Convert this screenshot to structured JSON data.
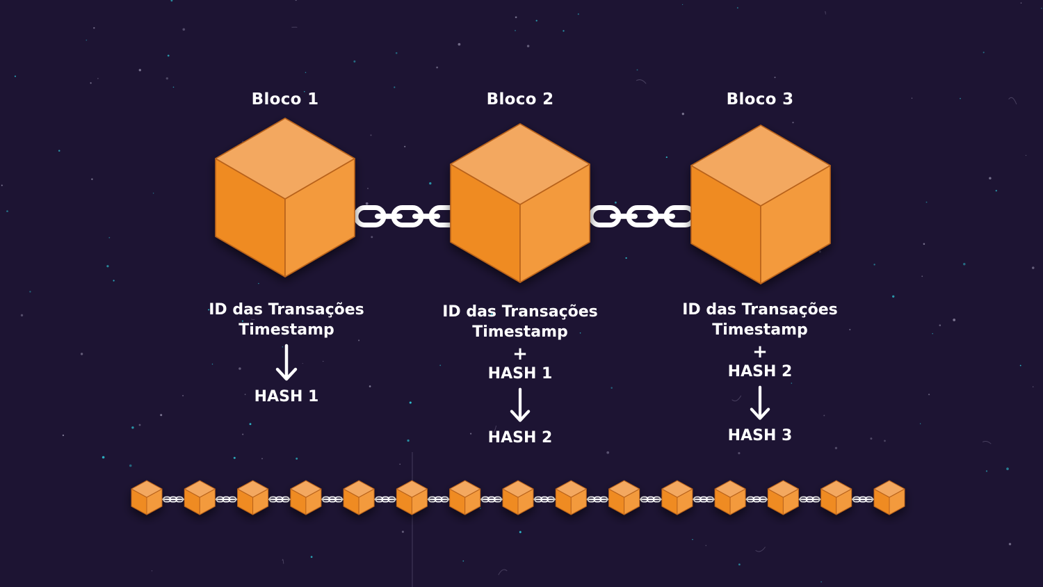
{
  "colors": {
    "background": "#1d1433",
    "cube_top": "#f3a860",
    "cube_left": "#ef8b24",
    "cube_right": "#f39a3c",
    "cube_edge": "#b8621a",
    "chain": "#ffffff",
    "text": "#ffffff",
    "speck": "#2ec7d6"
  },
  "blocks": [
    {
      "title": "Bloco 1",
      "line1": "ID das Transações",
      "line2": "Timestamp",
      "plus": "",
      "input_hash": "",
      "output_hash": "HASH 1"
    },
    {
      "title": "Bloco 2",
      "line1": "ID das Transações",
      "line2": "Timestamp",
      "plus": "+",
      "input_hash": "HASH 1",
      "output_hash": "HASH 2"
    },
    {
      "title": "Bloco 3",
      "line1": "ID das Transações",
      "line2": "Timestamp",
      "plus": "+",
      "input_hash": "HASH 2",
      "output_hash": "HASH 3"
    }
  ],
  "mini_chain": {
    "count": 15
  },
  "icons": {
    "block": "cube-icon",
    "link": "chain-link-icon",
    "arrow": "arrow-down-icon"
  }
}
